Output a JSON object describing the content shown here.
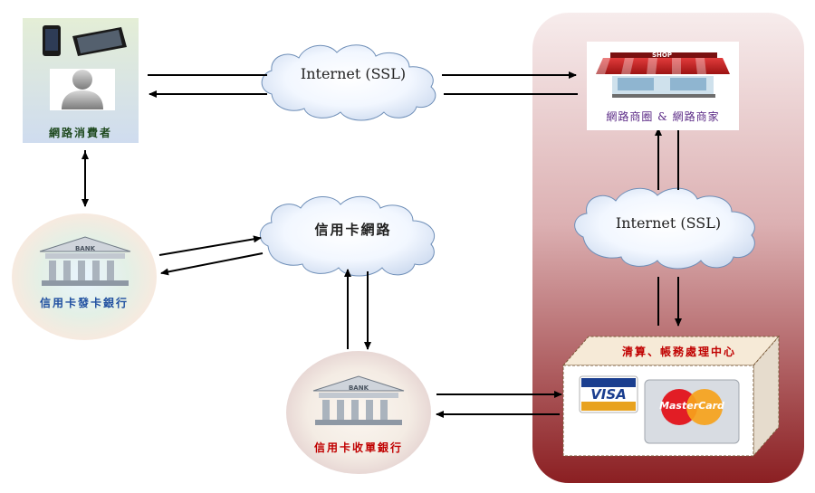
{
  "consumer": {
    "label": "網路消費者"
  },
  "issuer_bank": {
    "label": "信用卡發卡銀行",
    "icon_text": "BANK"
  },
  "acquirer_bank": {
    "label": "信用卡收單銀行",
    "icon_text": "BANK"
  },
  "merchant": {
    "label": "網路商圈 & 網路商家",
    "shop_sign": "SHOP"
  },
  "clearing_center": {
    "label": "清算、帳務處理中心",
    "visa_text": "VISA",
    "mastercard_text": "MasterCard"
  },
  "clouds": {
    "top": "Internet (SSL)",
    "card_network": "信用卡網路",
    "right": "Internet (SSL)"
  },
  "colors": {
    "panel_top": "#f6e9e9",
    "panel_bottom": "#8b1f22",
    "consumer_bg": "#dfeacc",
    "bank_circle": "#dbeee0",
    "acquirer_circle": "#f2e6e0",
    "red_label": "#c00000",
    "blue_label": "#1f4fa0",
    "merchant_label": "#5b2a86"
  }
}
